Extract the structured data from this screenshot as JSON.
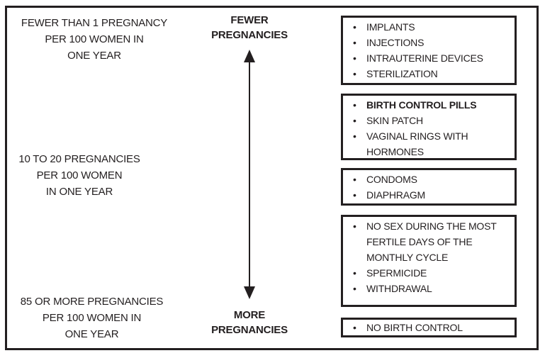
{
  "diagram": {
    "left_scale": [
      {
        "label": "FEWER THAN 1 PREGNANCY\nPER 100 WOMEN IN\nONE YEAR"
      },
      {
        "label": "10 TO 20 PREGNANCIES\nPER 100 WOMEN\nIN ONE YEAR"
      },
      {
        "label": "85 OR MORE PREGNANCIES\nPER 100 WOMEN IN\nONE YEAR"
      }
    ],
    "axis": {
      "top_label": "FEWER\nPREGNANCIES",
      "bottom_label": "MORE\nPREGNANCIES",
      "arrow_icon": "double-headed-vertical-arrow"
    },
    "icons": {
      "bullet": "•"
    },
    "method_boxes": [
      {
        "items": [
          {
            "text": "IMPLANTS",
            "bold": false
          },
          {
            "text": "INJECTIONS",
            "bold": false
          },
          {
            "text": "INTRAUTERINE DEVICES",
            "bold": false
          },
          {
            "text": "STERILIZATION",
            "bold": false
          }
        ]
      },
      {
        "items": [
          {
            "text": "BIRTH CONTROL PILLS",
            "bold": true
          },
          {
            "text": "SKIN PATCH",
            "bold": false
          },
          {
            "text": "VAGINAL RINGS WITH\nHORMONES",
            "bold": false
          }
        ]
      },
      {
        "items": [
          {
            "text": "CONDOMS",
            "bold": false
          },
          {
            "text": "DIAPHRAGM",
            "bold": false
          }
        ]
      },
      {
        "items": [
          {
            "text": "NO SEX DURING THE MOST\nFERTILE DAYS OF THE\nMONTHLY CYCLE",
            "bold": false
          },
          {
            "text": "SPERMICIDE",
            "bold": false
          },
          {
            "text": "WITHDRAWAL",
            "bold": false
          }
        ]
      },
      {
        "items": [
          {
            "text": "NO BIRTH CONTROL",
            "bold": false
          }
        ]
      }
    ],
    "colors": {
      "ink": "#231f20",
      "background": "#ffffff"
    }
  }
}
